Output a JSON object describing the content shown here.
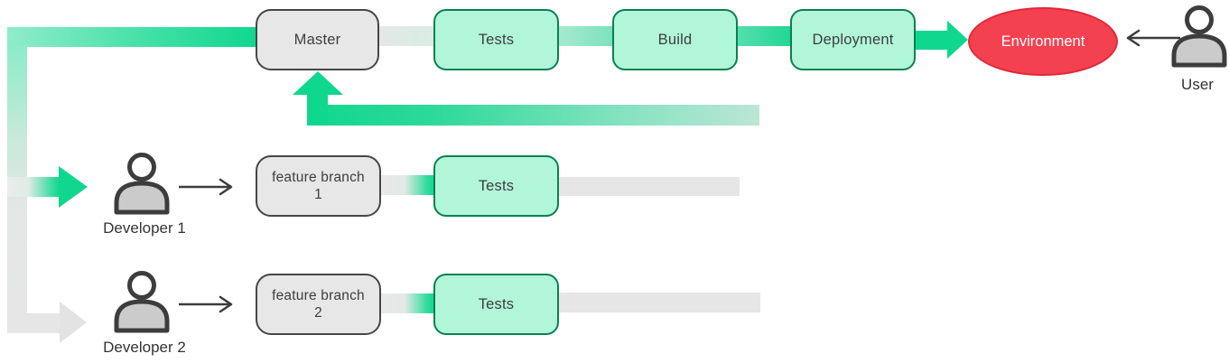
{
  "nodes": {
    "master": "Master",
    "tests_pipeline": "Tests",
    "build": "Build",
    "deployment": "Deployment",
    "environment": "Environment",
    "feature_branch_1_line1": "feature branch",
    "feature_branch_1_line2": "1",
    "tests_branch_1": "Tests",
    "feature_branch_2_line1": "feature branch",
    "feature_branch_2_line2": "2",
    "tests_branch_2": "Tests"
  },
  "actors": {
    "developer_1": "Developer 1",
    "developer_2": "Developer 2",
    "user": "User"
  },
  "colors": {
    "green_bright": "#0fd78e",
    "green_pale": "#8becc9",
    "mint_fill": "#b2f6da",
    "green_border": "#0a8050",
    "gray_fill": "#e7e7e7",
    "gray_border": "#464646",
    "bar_gray": "#e6e6e6",
    "red_fill": "#f4414f",
    "red_border": "#e0293b",
    "text_dark": "#3e3e3e",
    "icon_stroke": "#3d3d3d",
    "icon_body_fill": "#cbcbcb"
  }
}
